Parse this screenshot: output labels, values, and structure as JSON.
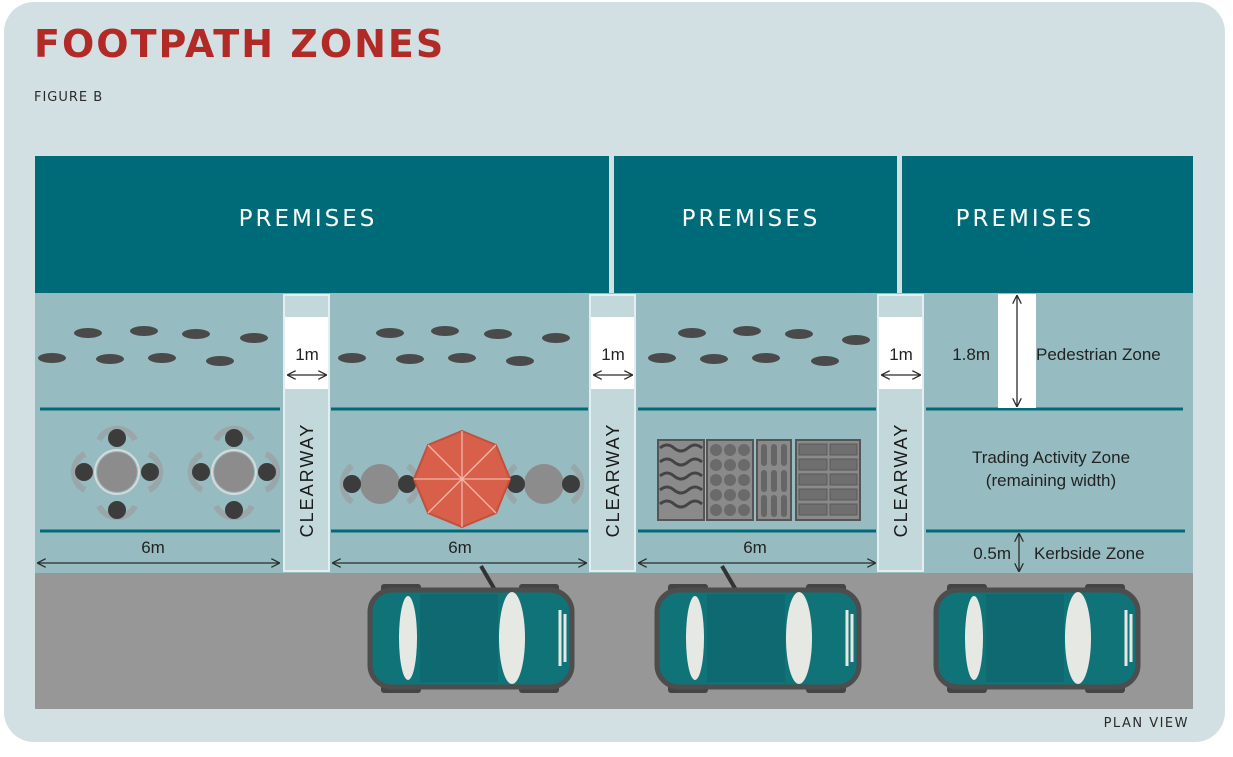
{
  "header": {
    "title": "FOOTPATH ZONES",
    "subtitle": "FIGURE B"
  },
  "footer": {
    "view_label": "PLAN VIEW"
  },
  "colors": {
    "background": "#d3e0e3",
    "premises": "#006b78",
    "footpath": "#96bcc1",
    "road": "#979797",
    "title": "#b22a26",
    "umbrella": "#d8604a",
    "car_body": "#107378",
    "clearway": "#c3d8db"
  },
  "premises": [
    {
      "label": "PREMISES"
    },
    {
      "label": "PREMISES"
    },
    {
      "label": "PREMISES"
    }
  ],
  "clearways": [
    {
      "label": "CLEARWAY",
      "width_label": "1m"
    },
    {
      "label": "CLEARWAY",
      "width_label": "1m"
    },
    {
      "label": "CLEARWAY",
      "width_label": "1m"
    }
  ],
  "segments": [
    {
      "width_label": "6m"
    },
    {
      "width_label": "6m"
    },
    {
      "width_label": "6m"
    }
  ],
  "zones": {
    "pedestrian": {
      "label": "Pedestrian Zone",
      "width": "1.8m"
    },
    "trading": {
      "label": "Trading Activity Zone",
      "note": "(remaining width)"
    },
    "kerbside": {
      "label": "Kerbside Zone",
      "width": "0.5m"
    }
  },
  "icons": [
    "footprints-icon",
    "cafe-table-icon",
    "umbrella-icon",
    "display-goods-icon",
    "car-icon",
    "arrow-icon"
  ]
}
